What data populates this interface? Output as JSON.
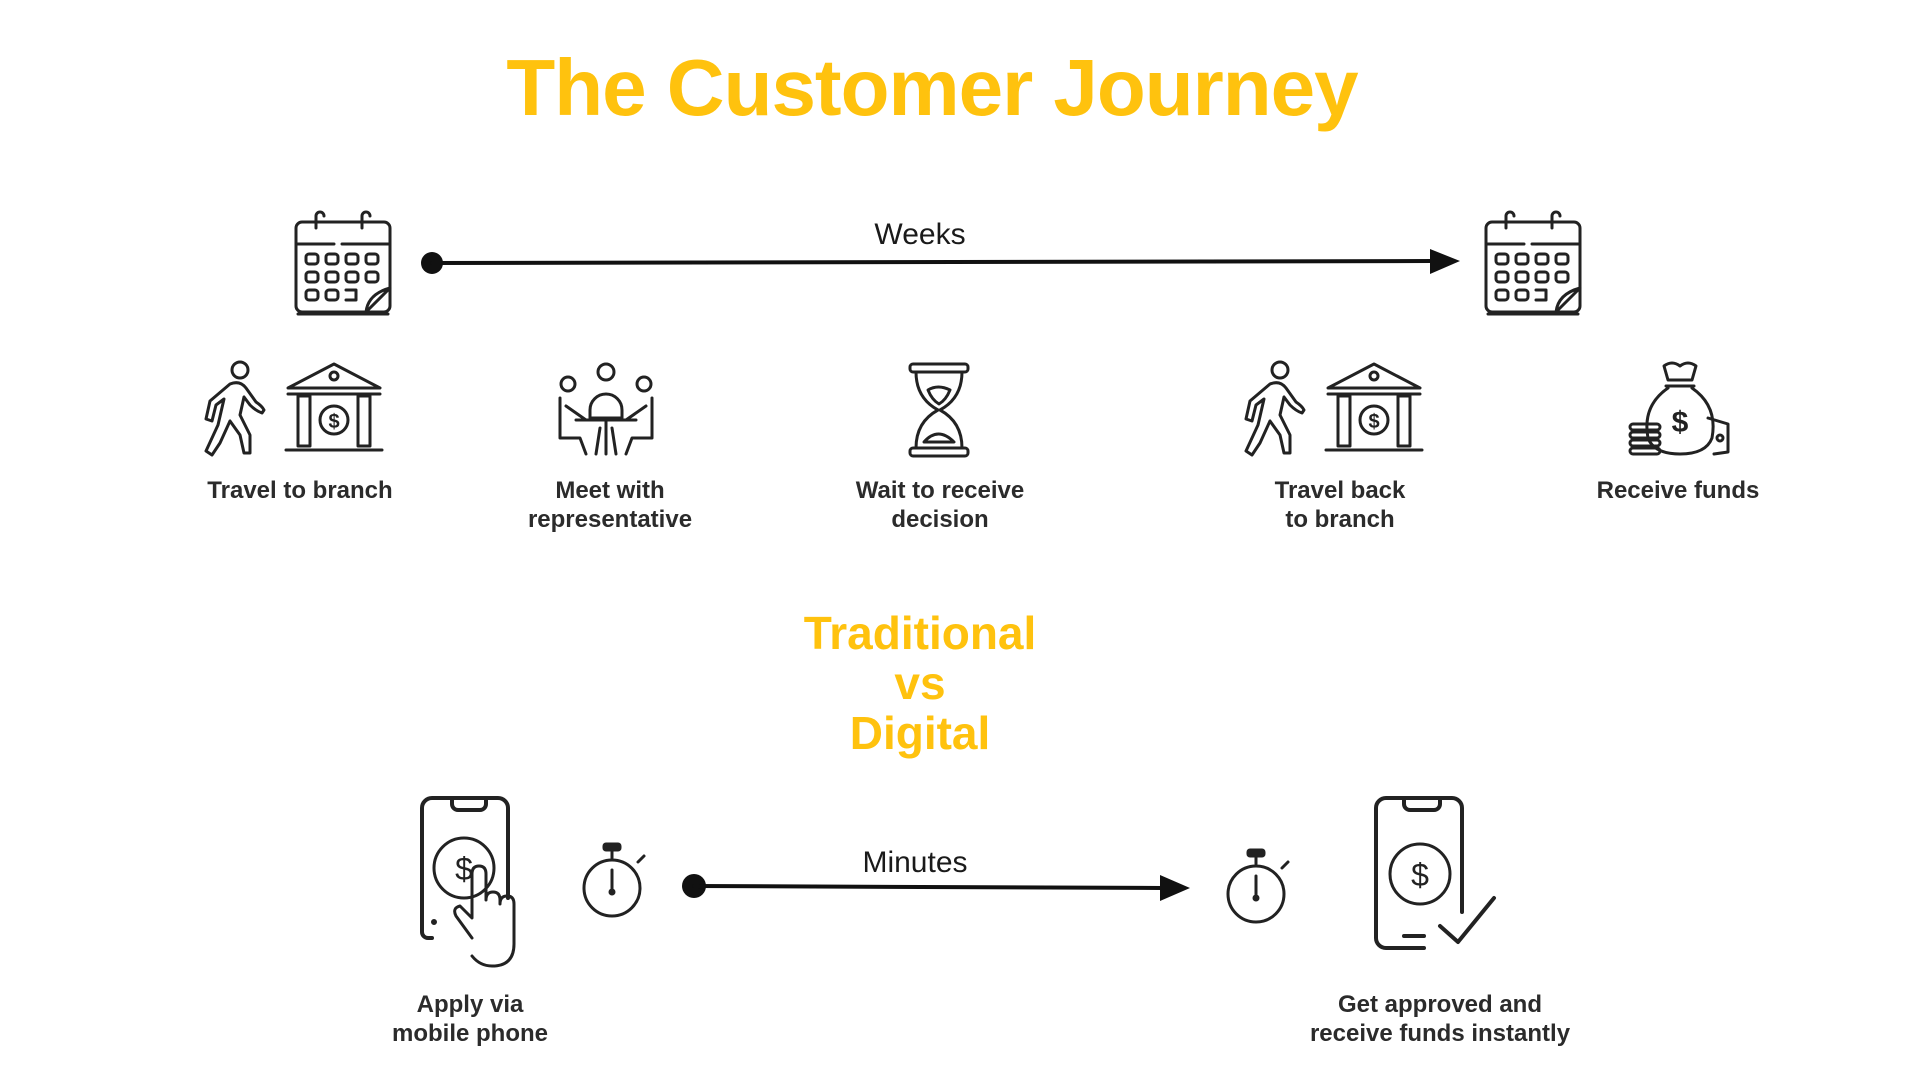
{
  "title": "The Customer Journey",
  "traditional": {
    "duration_label": "Weeks",
    "steps": [
      {
        "label": "Travel to branch",
        "icons": [
          "walking-person-icon",
          "bank-icon"
        ]
      },
      {
        "label_lines": [
          "Meet with",
          "representative"
        ],
        "icons": [
          "meeting-icon"
        ]
      },
      {
        "label_lines": [
          "Wait to receive",
          "decision"
        ],
        "icons": [
          "hourglass-icon"
        ]
      },
      {
        "label_lines": [
          "Travel back",
          "to branch"
        ],
        "icons": [
          "walking-person-icon",
          "bank-icon"
        ]
      },
      {
        "label": "Receive funds",
        "icons": [
          "money-bag-icon"
        ]
      }
    ],
    "start_icon": "calendar-icon",
    "end_icon": "calendar-icon"
  },
  "comparison": {
    "line1": "Traditional",
    "line2": "vs",
    "line3": "Digital"
  },
  "digital": {
    "duration_label": "Minutes",
    "start_step": {
      "label_lines": [
        "Apply via",
        "mobile phone"
      ],
      "icon": "phone-tap-dollar-icon"
    },
    "end_step": {
      "label_lines": [
        "Get approved and",
        "receive funds instantly"
      ],
      "icon": "phone-dollar-check-icon"
    },
    "timer_icon": "stopwatch-icon"
  },
  "colors": {
    "accent": "#FFC20E",
    "line": "#111111",
    "text": "#2b2b2b"
  }
}
